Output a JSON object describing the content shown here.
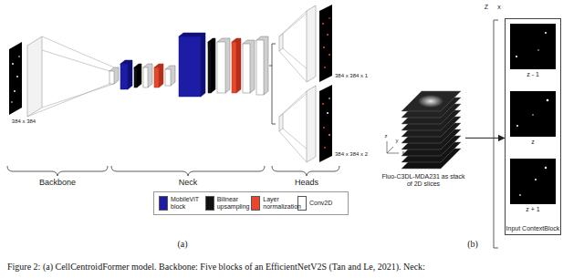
{
  "diagram": {
    "caption": "Figure 2: (a) CellCentroidFormer model. Backbone: Five blocks of an EfficientNetV2S (Tan and Le, 2021). Neck:",
    "nodes": [
      {
        "text": [
          "Fluo-C3DL-MDA231 as stack of 2D slices"
        ]
      },
      {
        "text": [
          "Input ContextBlock"
        ]
      },
      {
        "text": [
          "z - 1"
        ],
        "in": 1
      },
      {
        "text": [
          "z"
        ],
        "in": 1
      },
      {
        "text": [
          "z + 1"
        ],
        "in": 1
      }
    ],
    "edges": [
      {
        "from": 0,
        "to": 1,
        "arrow": "to"
      }
    ],
    "labels": [
      "384 x 384",
      "384 x 384 x 1",
      "384 x 384 x 2",
      "Backbone",
      "Neck",
      "Heads",
      "(a)",
      "(b)",
      "Z",
      "x",
      "z",
      "y",
      "x"
    ],
    "legend": [
      {
        "text": "MobileViT block",
        "color": "#1c1ca6"
      },
      {
        "text": "Bilinear upsampling",
        "color": "#111111"
      },
      {
        "text": "Layer normalization",
        "color": "#e8472c"
      },
      {
        "text": "Conv2D",
        "color": "#ffffff"
      }
    ]
  }
}
